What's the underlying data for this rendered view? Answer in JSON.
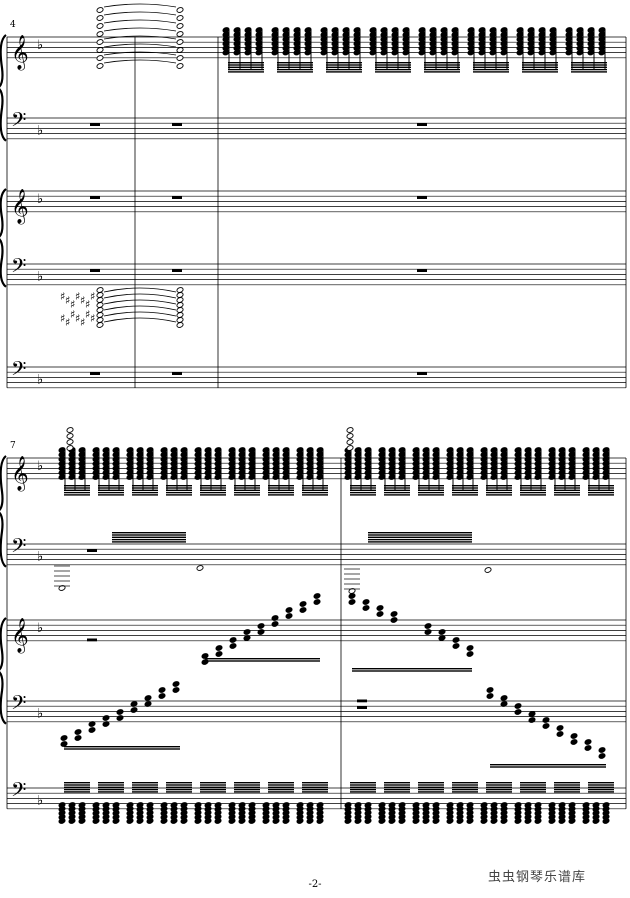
{
  "page": {
    "number_label": "-2-",
    "watermark": "虫虫钢琴乐谱库",
    "systems": [
      {
        "start_measure": "4"
      },
      {
        "start_measure": "7"
      }
    ]
  }
}
